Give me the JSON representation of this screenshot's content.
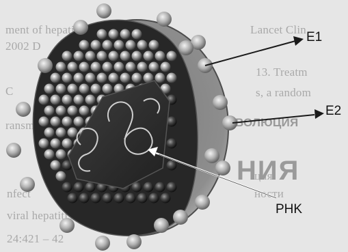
{
  "labels": {
    "e1": "E1",
    "e2": "E2",
    "phk": "PHK"
  },
  "background_text": {
    "left": [
      "ment of hepatitis C vir",
      "2002 D",
      "C",
      "ransmis",
      "nfect",
      "viral hepatitis. 2001; 18:",
      "24:421 – 42"
    ],
    "right": [
      "Lancet Clin",
      "13. Treatm",
      "s, a random",
      "ВОЛЮЦИЯ",
      "ция",
      "ности"
    ],
    "heading": "НИЯ"
  },
  "colors": {
    "background": "#e6e6e6",
    "capsid_dark": "#2b2b2b",
    "capsid_light": "#8a8a8a",
    "envelope": "#b9b9b9",
    "arrow": "#1a1a1a",
    "arrow_phk": "#ffffff"
  }
}
